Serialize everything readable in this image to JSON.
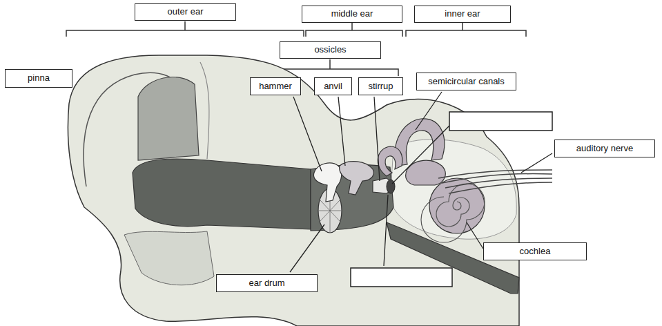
{
  "diagram": {
    "nodes": [
      {
        "text": [
          "outer ear"
        ]
      },
      {
        "text": [
          "middle ear"
        ]
      },
      {
        "text": [
          "inner ear"
        ]
      },
      {
        "text": [
          "ossicles"
        ]
      },
      {
        "text": [
          "pinna"
        ]
      },
      {
        "text": [
          "hammer"
        ]
      },
      {
        "text": [
          "anvil"
        ]
      },
      {
        "text": [
          "stirrup"
        ]
      },
      {
        "text": [
          "semicircular canals"
        ]
      },
      {
        "text": [
          "auditory nerve"
        ]
      },
      {
        "text": [
          "cochlea"
        ]
      },
      {
        "text": [
          "ear drum"
        ]
      }
    ]
  }
}
